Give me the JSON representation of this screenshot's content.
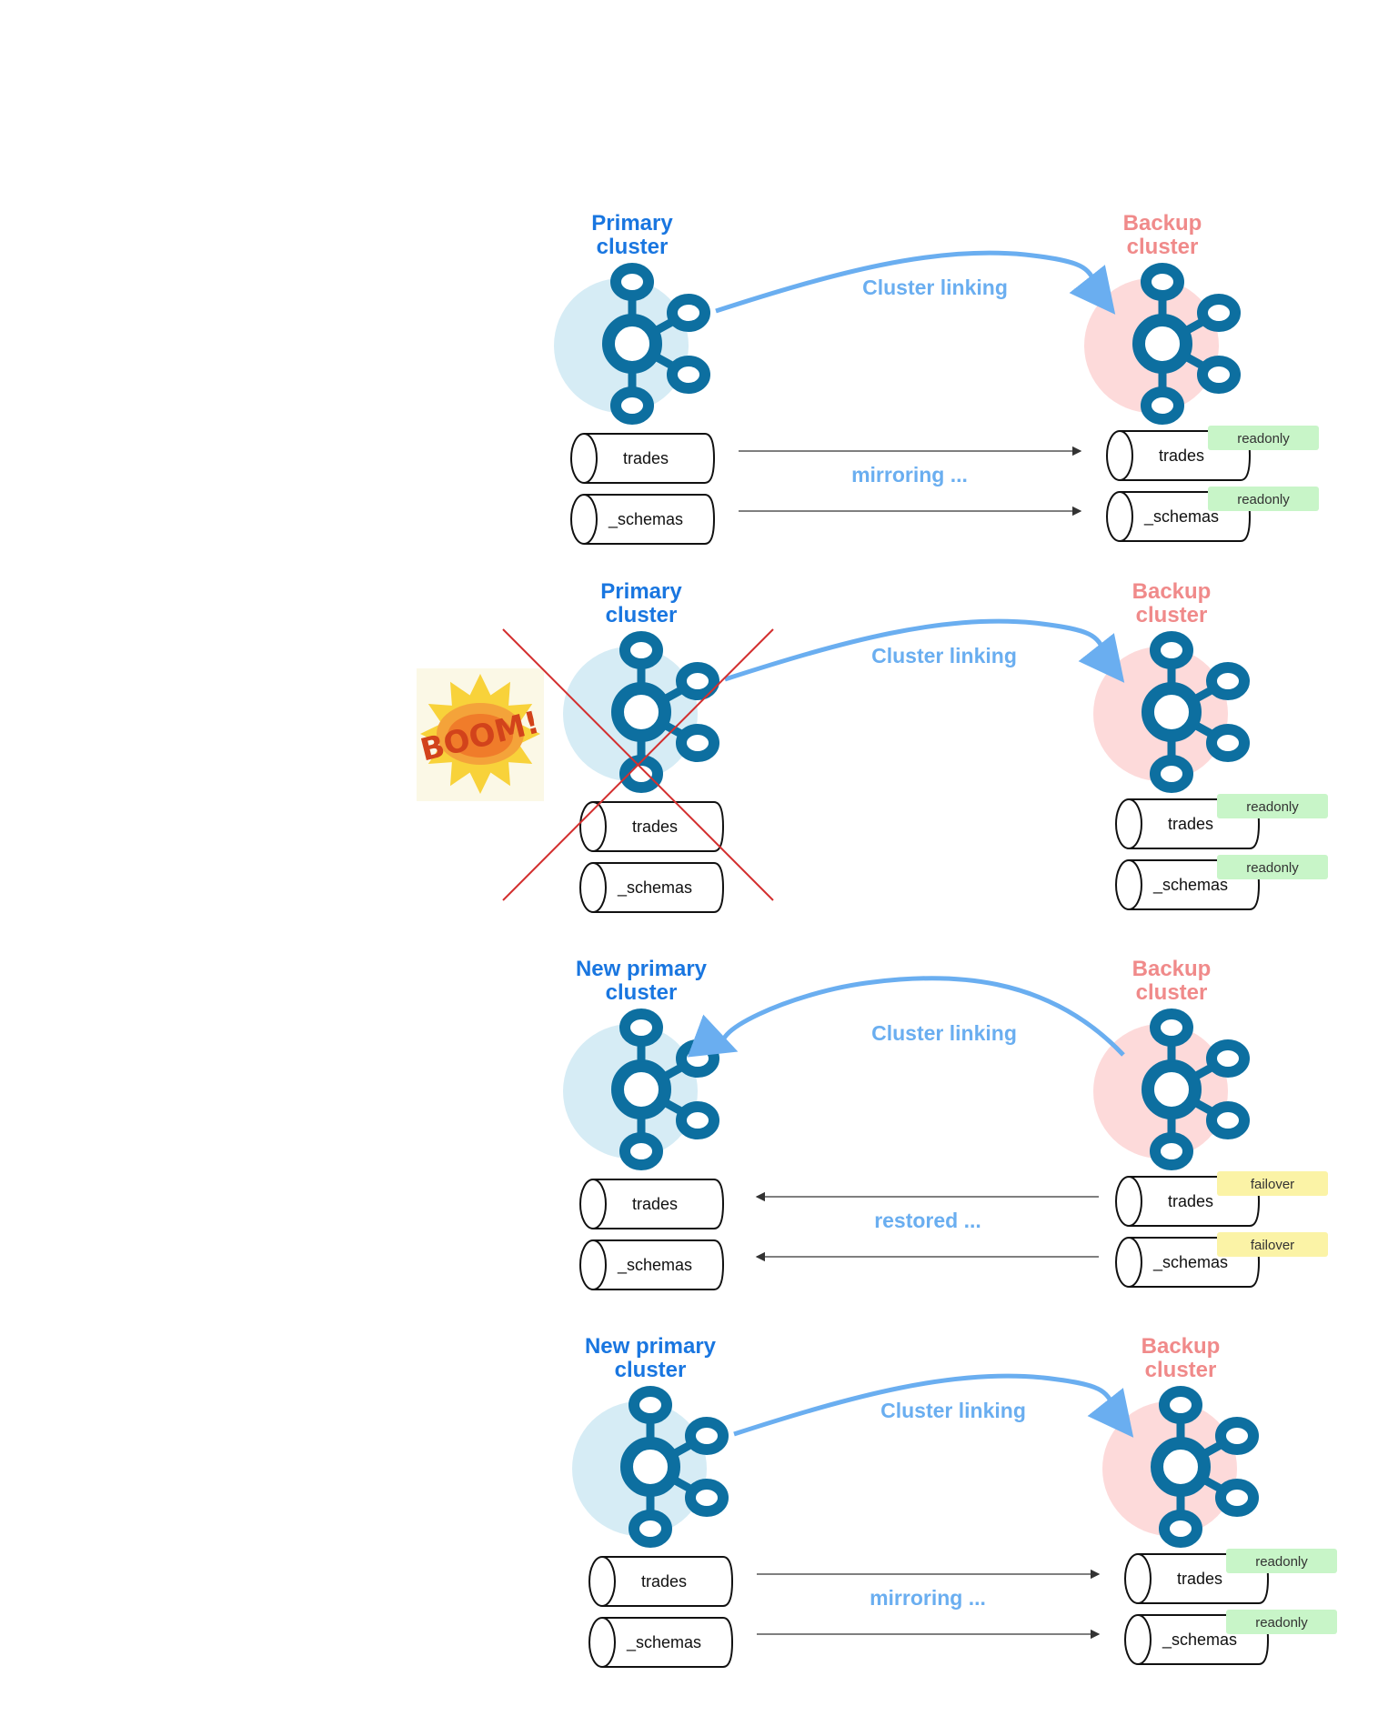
{
  "colors": {
    "primary_title": "#1976e0",
    "backup_title": "#f08a8a",
    "link_arrow": "#6aaef0",
    "kafka_logo": "#0d6fa0",
    "primary_bg": "#d6ecf5",
    "backup_bg": "#fddada",
    "readonly_badge": "#c8f5c8",
    "failover_badge": "#fbf3a6",
    "cross": "#d32f2f"
  },
  "icons": [
    "kafka-logo-icon",
    "topic-cylinder-icon",
    "boom-explosion-icon",
    "cross-out-icon"
  ],
  "panels": [
    {
      "left_title": [
        "Primary",
        "cluster"
      ],
      "right_title": [
        "Backup",
        "cluster"
      ],
      "link_label": "Cluster linking",
      "link_direction": "left-to-right",
      "left_topics": [
        "trades",
        "_schemas"
      ],
      "right_topics": [
        "trades",
        "_schemas"
      ],
      "right_badges": [
        "readonly",
        "readonly"
      ],
      "flow_label": "mirroring ...",
      "flow_direction": "left-to-right",
      "primary_failed": false
    },
    {
      "left_title": [
        "Primary",
        "cluster"
      ],
      "right_title": [
        "Backup",
        "cluster"
      ],
      "link_label": "Cluster linking",
      "link_direction": "left-to-right",
      "left_topics": [
        "trades",
        "_schemas"
      ],
      "right_topics": [
        "trades",
        "_schemas"
      ],
      "right_badges": [
        "readonly",
        "readonly"
      ],
      "flow_label": "",
      "flow_direction": "none",
      "primary_failed": true,
      "boom_text": "BOOM!"
    },
    {
      "left_title": [
        "New primary",
        "cluster"
      ],
      "right_title": [
        "Backup",
        "cluster"
      ],
      "link_label": "Cluster linking",
      "link_direction": "right-to-left",
      "left_topics": [
        "trades",
        "_schemas"
      ],
      "right_topics": [
        "trades",
        "_schemas"
      ],
      "right_badges": [
        "failover",
        "failover"
      ],
      "flow_label": "restored ...",
      "flow_direction": "right-to-left",
      "primary_failed": false
    },
    {
      "left_title": [
        "New primary",
        "cluster"
      ],
      "right_title": [
        "Backup",
        "cluster"
      ],
      "link_label": "Cluster linking",
      "link_direction": "left-to-right",
      "left_topics": [
        "trades",
        "_schemas"
      ],
      "right_topics": [
        "trades",
        "_schemas"
      ],
      "right_badges": [
        "readonly",
        "readonly"
      ],
      "flow_label": "mirroring ...",
      "flow_direction": "left-to-right",
      "primary_failed": false
    }
  ]
}
